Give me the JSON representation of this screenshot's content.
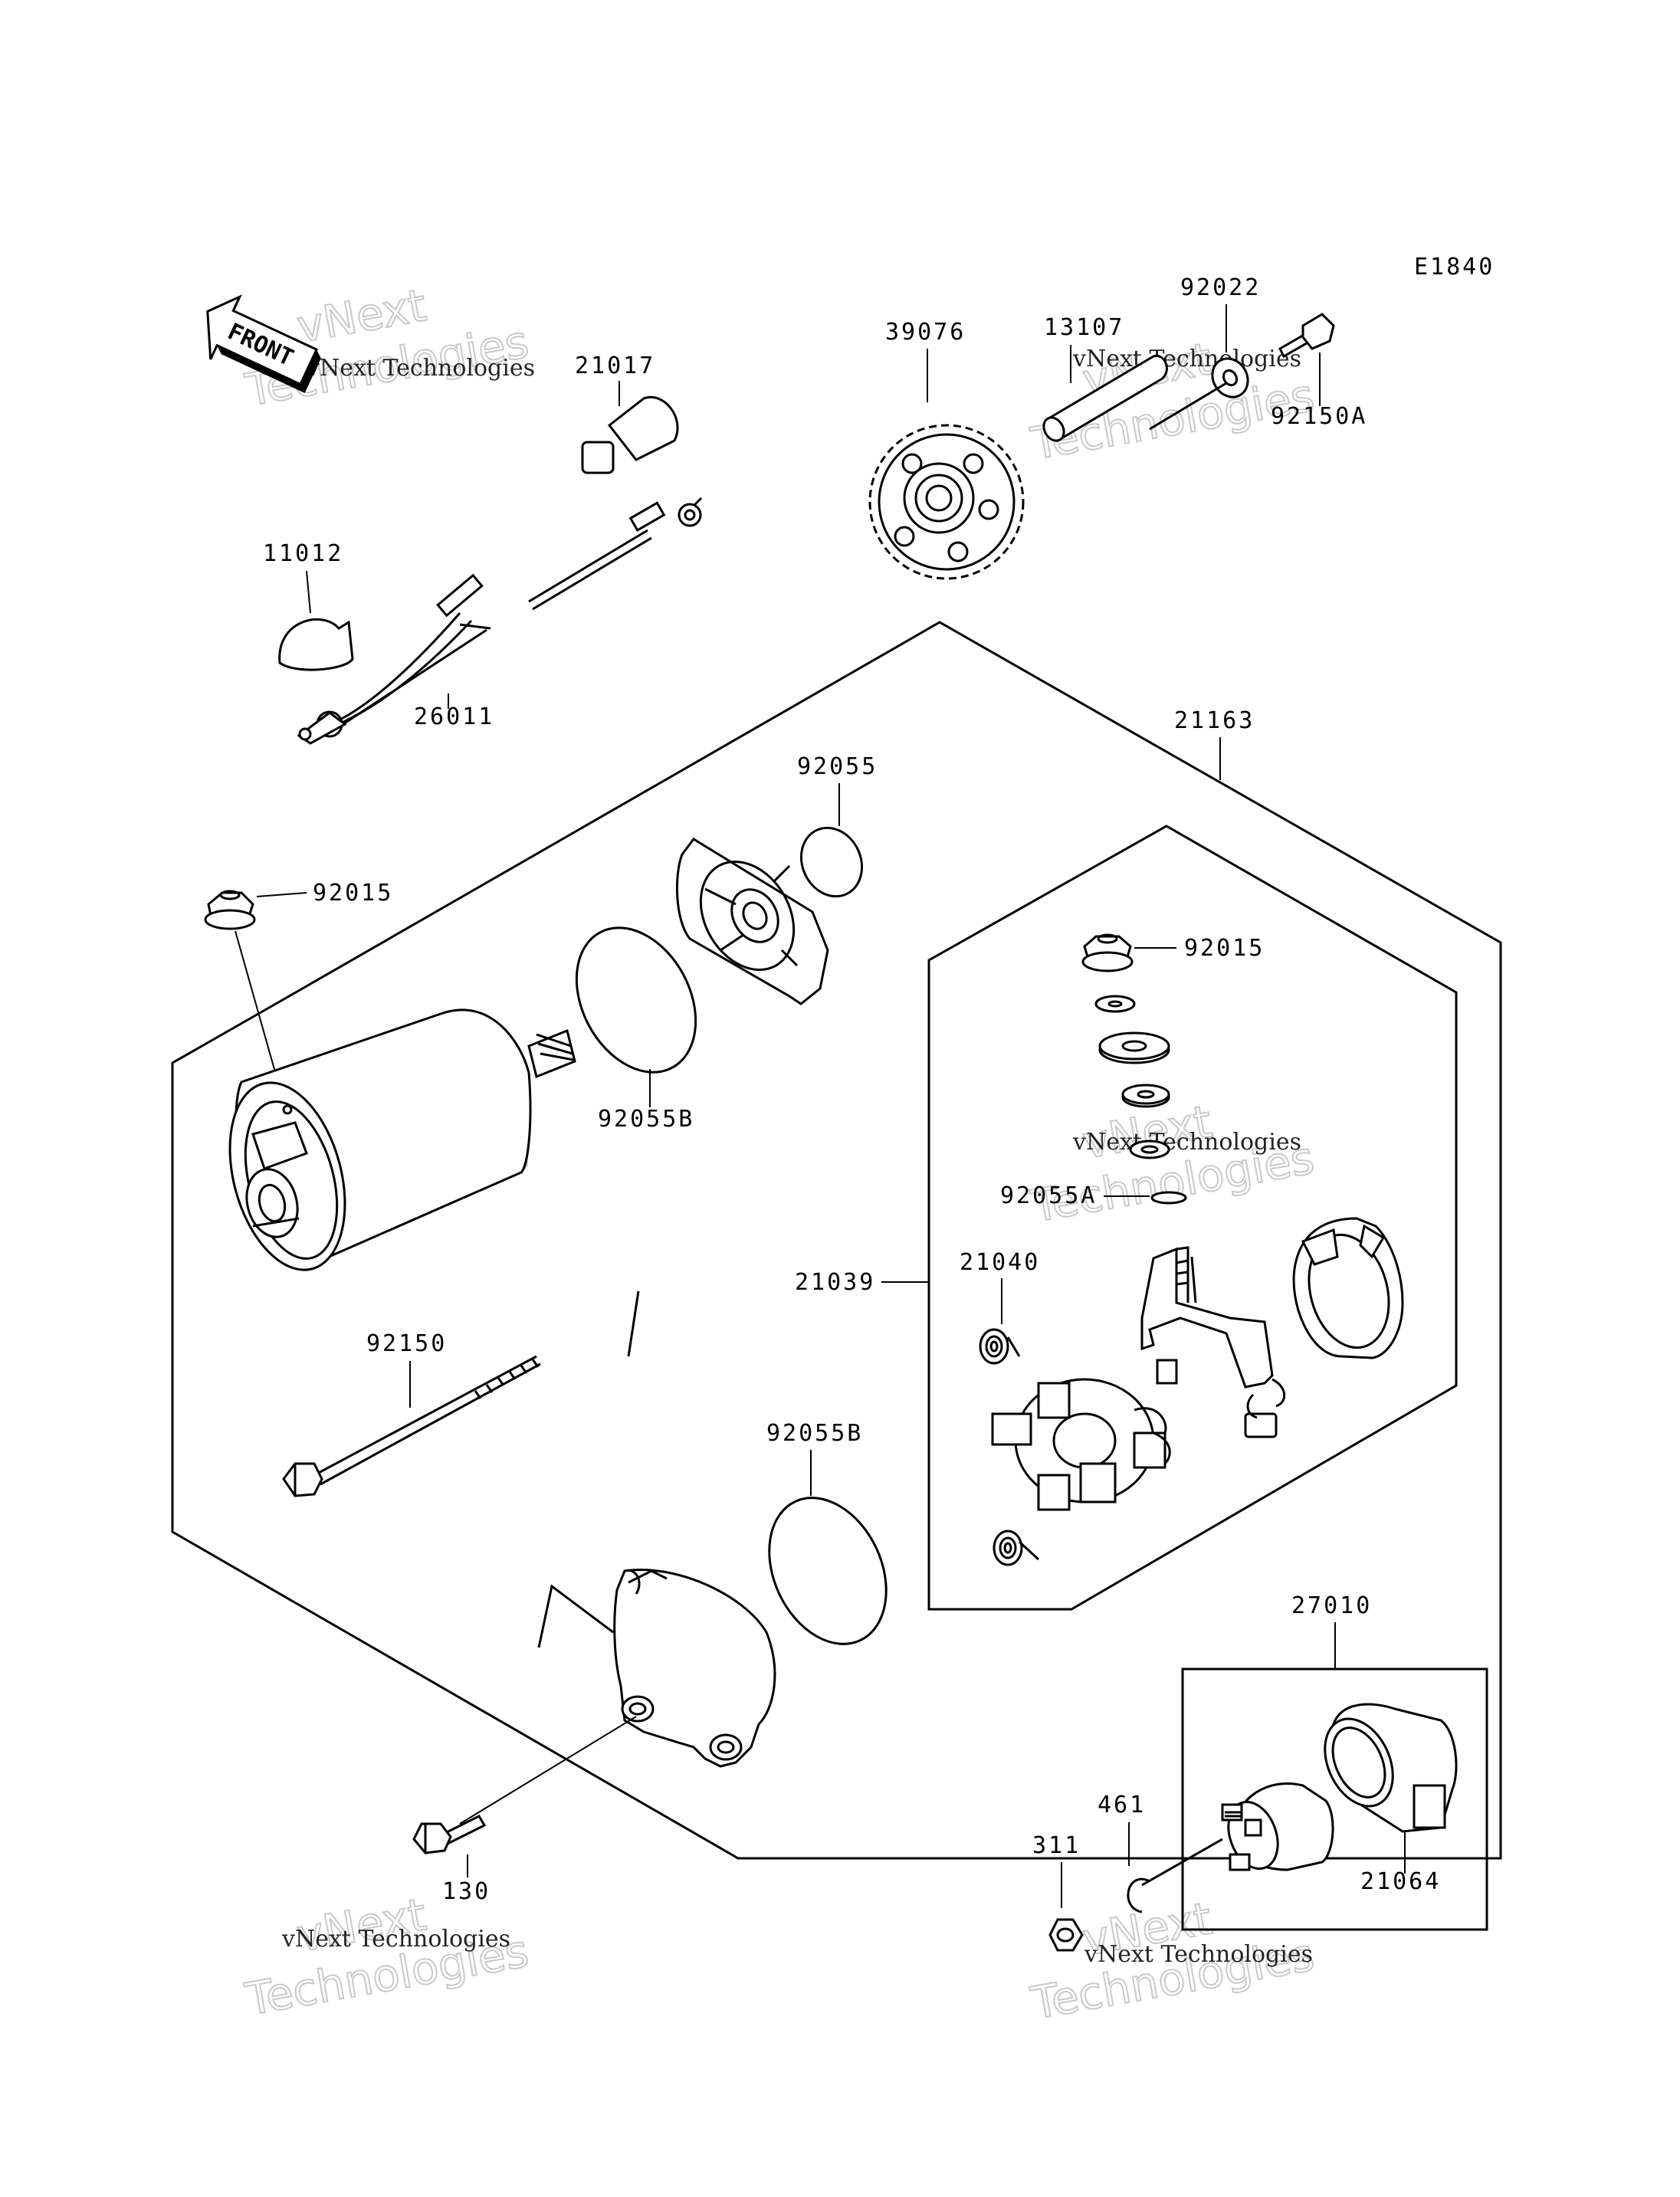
{
  "diagram": {
    "code": "E1840",
    "front_label": "FRONT",
    "watermark": {
      "line1": "vNext Technologies",
      "line2": "vNext",
      "line3": "Technologies"
    },
    "parts": [
      "11012",
      "21017",
      "26011",
      "39076",
      "13107",
      "92022",
      "92150A",
      "21163",
      "92055",
      "92015",
      "92055B",
      "92015",
      "92055A",
      "21039",
      "21040",
      "92150",
      "92055B",
      "27010",
      "461",
      "311",
      "21064",
      "130"
    ]
  }
}
